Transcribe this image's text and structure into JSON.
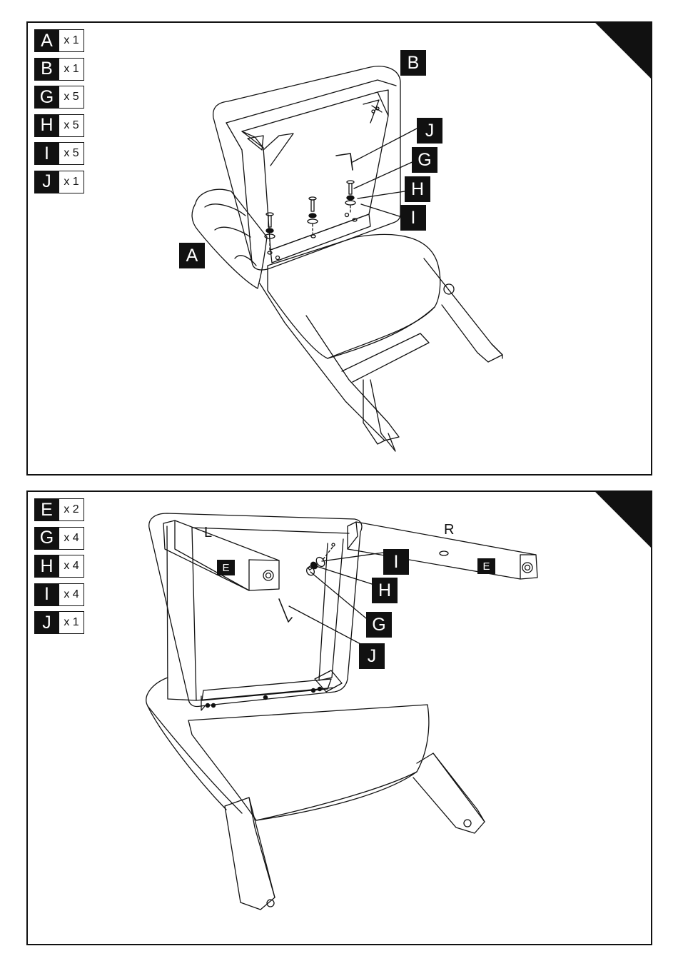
{
  "panel1": {
    "parts": [
      {
        "letter": "A",
        "qty": "x 1"
      },
      {
        "letter": "B",
        "qty": "x 1"
      },
      {
        "letter": "G",
        "qty": "x 5"
      },
      {
        "letter": "H",
        "qty": "x 5"
      },
      {
        "letter": "I",
        "qty": "x 5"
      },
      {
        "letter": "J",
        "qty": "x 1"
      }
    ],
    "callouts": {
      "a": "A",
      "b": "B",
      "j": "J",
      "g": "G",
      "h": "H",
      "i": "I"
    }
  },
  "panel2": {
    "parts": [
      {
        "letter": "E",
        "qty": "x 2"
      },
      {
        "letter": "G",
        "qty": "x 4"
      },
      {
        "letter": "H",
        "qty": "x 4"
      },
      {
        "letter": "I",
        "qty": "x 4"
      },
      {
        "letter": "J",
        "qty": "x 1"
      }
    ],
    "callouts": {
      "e_left": "E",
      "e_right": "E",
      "i": "I",
      "h": "H",
      "g": "G",
      "j": "J"
    },
    "side_left": "L",
    "side_right": "R"
  },
  "colors": {
    "ink": "#111111",
    "paper": "#ffffff"
  }
}
